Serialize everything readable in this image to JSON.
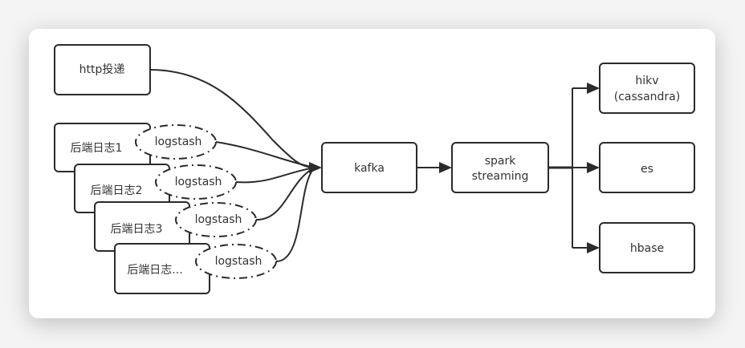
{
  "diagram": {
    "title": "log pipeline architecture",
    "nodes": {
      "http": {
        "label": "http投递"
      },
      "log1": {
        "label": "后端日志1"
      },
      "log2": {
        "label": "后端日志2"
      },
      "log3": {
        "label": "后端日志3"
      },
      "logn": {
        "label": "后端日志..."
      },
      "kafka": {
        "label": "kafka"
      },
      "spark": {
        "label_lines": [
          "spark",
          "streaming"
        ]
      },
      "hikv": {
        "label_lines": [
          "hikv",
          "(cassandra)"
        ]
      },
      "es": {
        "label": "es"
      },
      "hbase": {
        "label": "hbase"
      }
    },
    "logstash_label": "logstash",
    "edges": [
      {
        "from": "http",
        "to": "kafka"
      },
      {
        "from": "log1-logstash",
        "to": "kafka"
      },
      {
        "from": "log2-logstash",
        "to": "kafka"
      },
      {
        "from": "log3-logstash",
        "to": "kafka"
      },
      {
        "from": "logn-logstash",
        "to": "kafka"
      },
      {
        "from": "kafka",
        "to": "spark"
      },
      {
        "from": "spark",
        "to": "hikv"
      },
      {
        "from": "spark",
        "to": "es"
      },
      {
        "from": "spark",
        "to": "hbase"
      }
    ],
    "colors": {
      "stroke": "#2b2b2b",
      "text": "#333333",
      "card": "#ffffff",
      "background": "#f4f4f4"
    }
  }
}
